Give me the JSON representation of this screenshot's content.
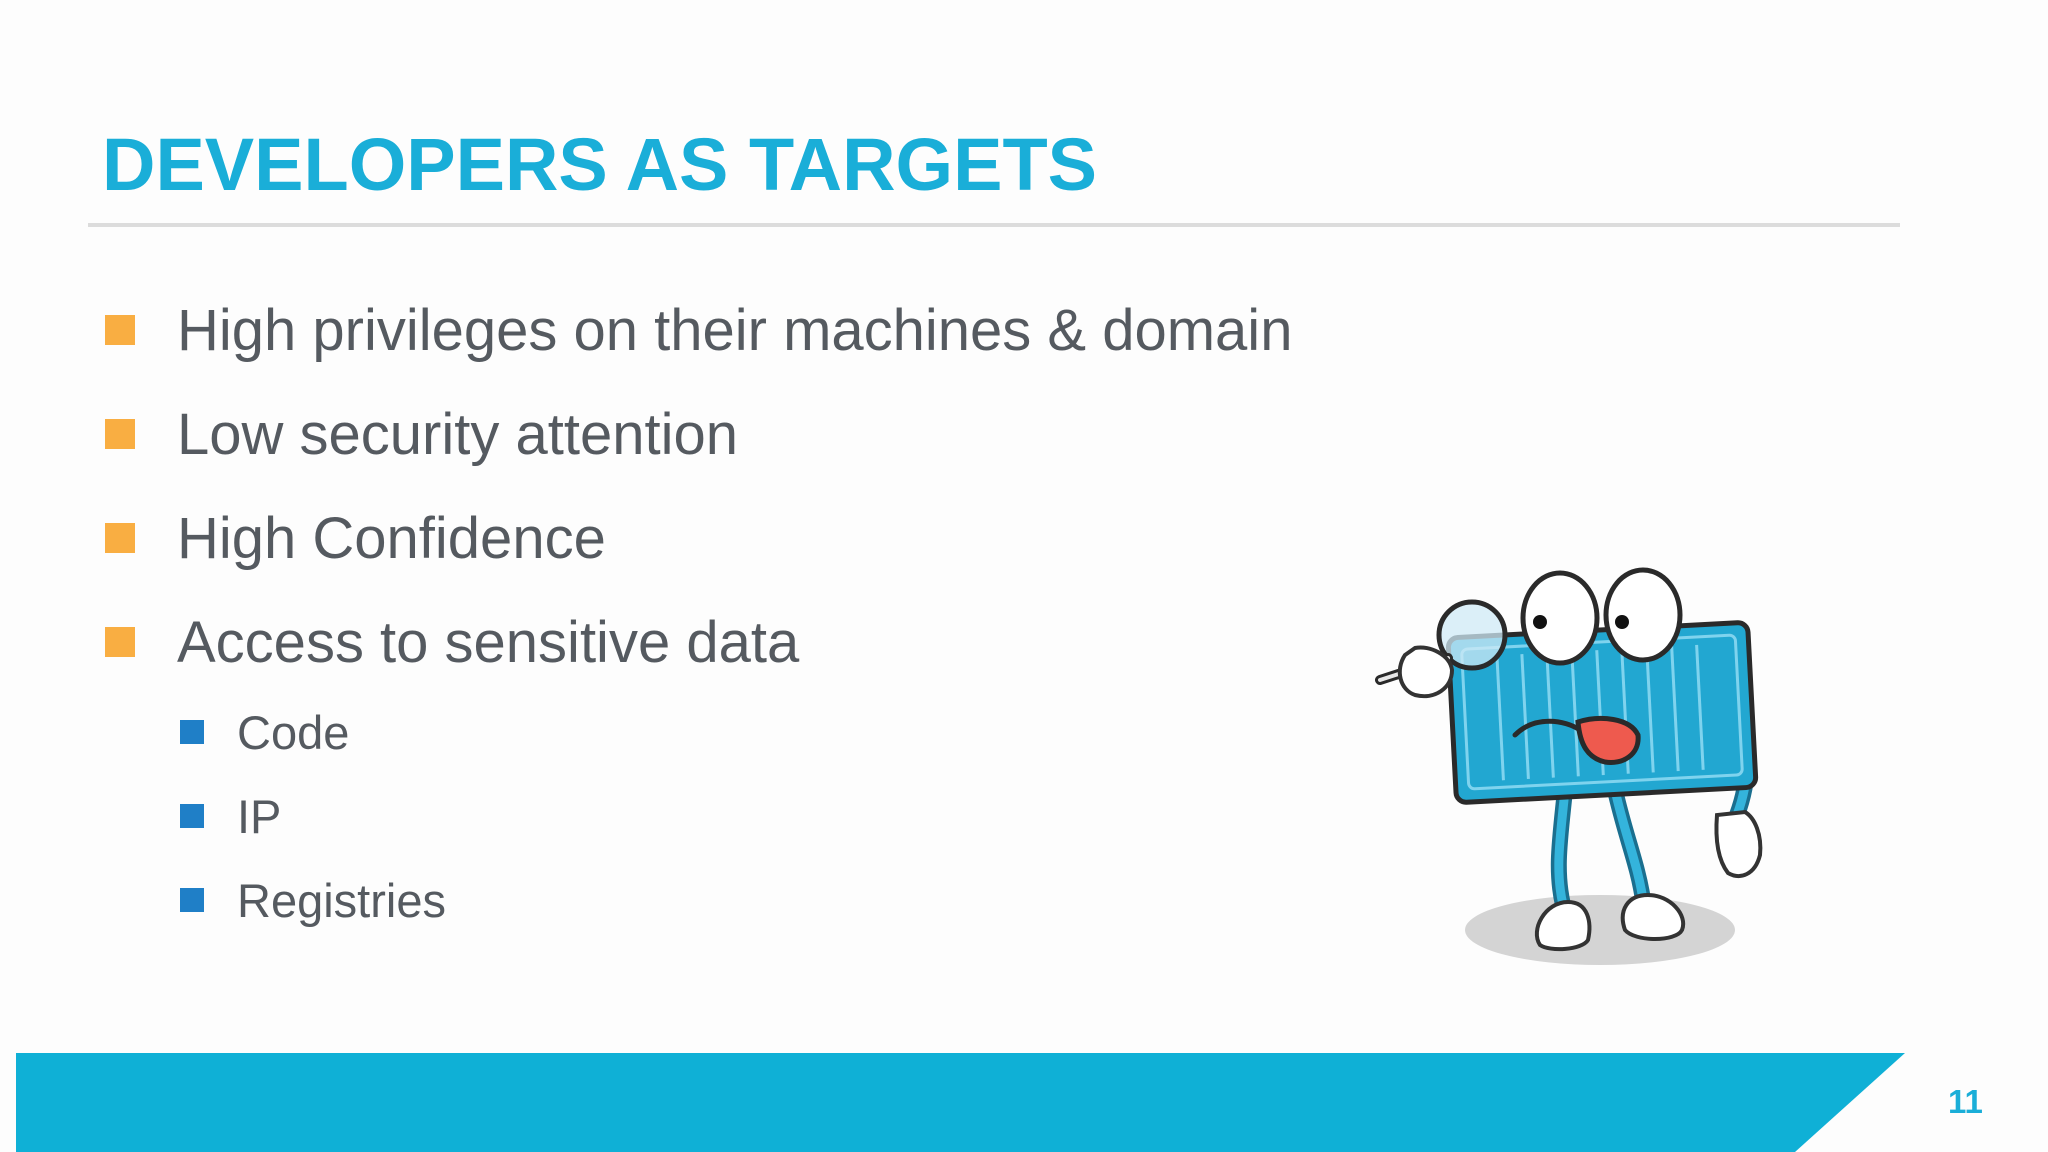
{
  "slide": {
    "title": "DEVELOPERS AS TARGETS",
    "page_number": "11",
    "bullets": [
      "High privileges on their machines & domain",
      "Low security attention",
      "High Confidence",
      "Access to sensitive data"
    ],
    "sub_bullets": [
      "Code",
      "IP",
      "Registries"
    ],
    "colors": {
      "title": "#1aaed8",
      "bullet_primary": "#f9ae42",
      "bullet_secondary": "#1f7fc7",
      "footer_band": "#0fb0d6",
      "body_text": "#555a60"
    },
    "illustration": "server-mascot-with-magnifying-glass"
  }
}
